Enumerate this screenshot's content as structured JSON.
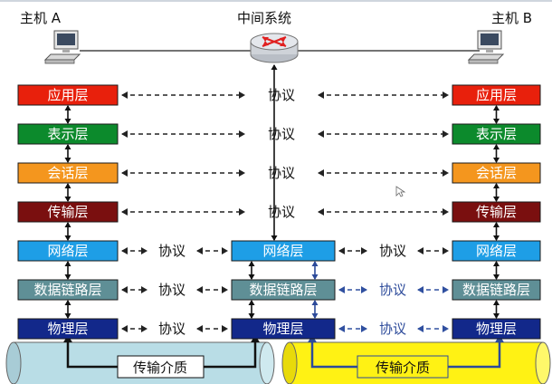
{
  "hosts": {
    "a_label": "主机 A",
    "b_label": "主机 B",
    "middle_label": "中间系统"
  },
  "layers": [
    {
      "name": "应用层",
      "color": "#e8200c",
      "text_color": "#ffffff"
    },
    {
      "name": "表示层",
      "color": "#0c8a2c",
      "text_color": "#ffffff"
    },
    {
      "name": "会话层",
      "color": "#f4961e",
      "text_color": "#ffffff"
    },
    {
      "name": "传输层",
      "color": "#7a0f0f",
      "text_color": "#ffffff"
    },
    {
      "name": "网络层",
      "color": "#1e9ee6",
      "text_color": "#ffffff"
    },
    {
      "name": "数据链路层",
      "color": "#5f8f96",
      "text_color": "#ffffff"
    },
    {
      "name": "物理层",
      "color": "#12288a",
      "text_color": "#ffffff"
    }
  ],
  "middle_layers": [
    {
      "name": "网络层",
      "color": "#1e9ee6"
    },
    {
      "name": "数据链路层",
      "color": "#5f8f96"
    },
    {
      "name": "物理层",
      "color": "#12288a"
    }
  ],
  "protocol_label": "协议",
  "media": {
    "left_label": "传输介质",
    "right_label": "传输介质",
    "left_color": "#b9dde6",
    "right_color": "#fff214"
  },
  "accent_colors": {
    "left_dashes": "#222222",
    "right_dashes": "#3050a0",
    "right_protocol_text": "#2c4a9a"
  }
}
